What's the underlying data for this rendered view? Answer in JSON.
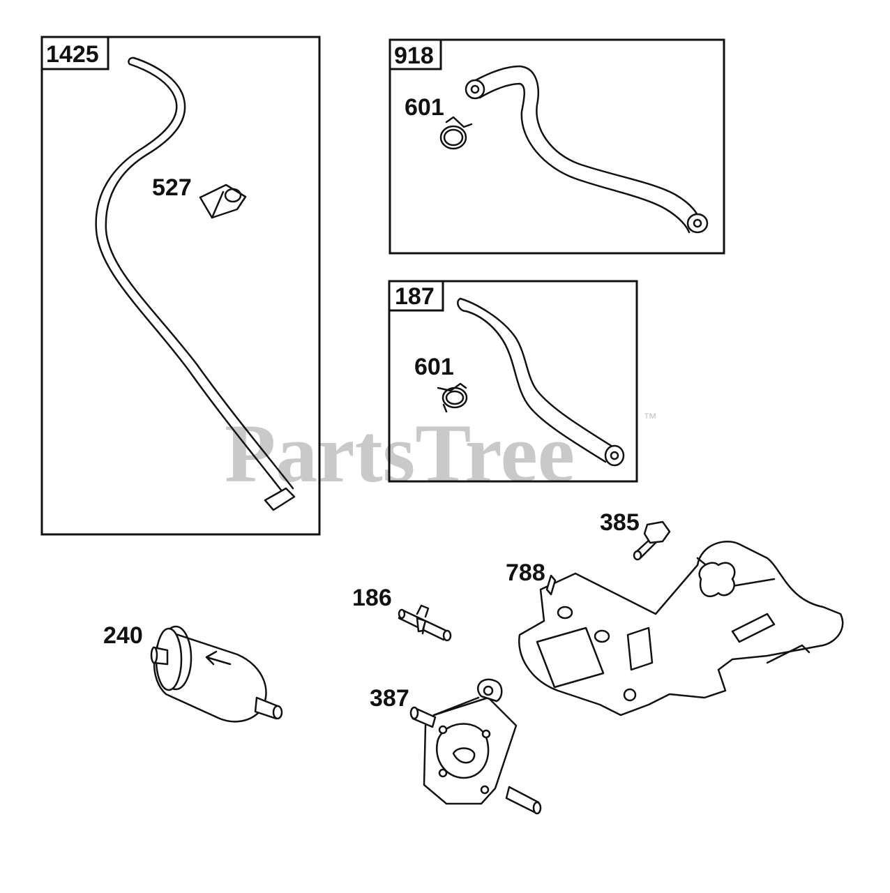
{
  "watermark": {
    "text": "PartsTree",
    "trademark": "™"
  },
  "colors": {
    "ink": "#111111",
    "watermark": "#c9c9c9",
    "background": "#ffffff"
  },
  "boxes": [
    {
      "id": "1425",
      "label": "1425"
    },
    {
      "id": "918",
      "label": "918"
    },
    {
      "id": "187",
      "label": "187"
    }
  ],
  "parts": {
    "p527": "527",
    "p601a": "601",
    "p601b": "601",
    "p385": "385",
    "p788": "788",
    "p186": "186",
    "p240": "240",
    "p387": "387"
  }
}
